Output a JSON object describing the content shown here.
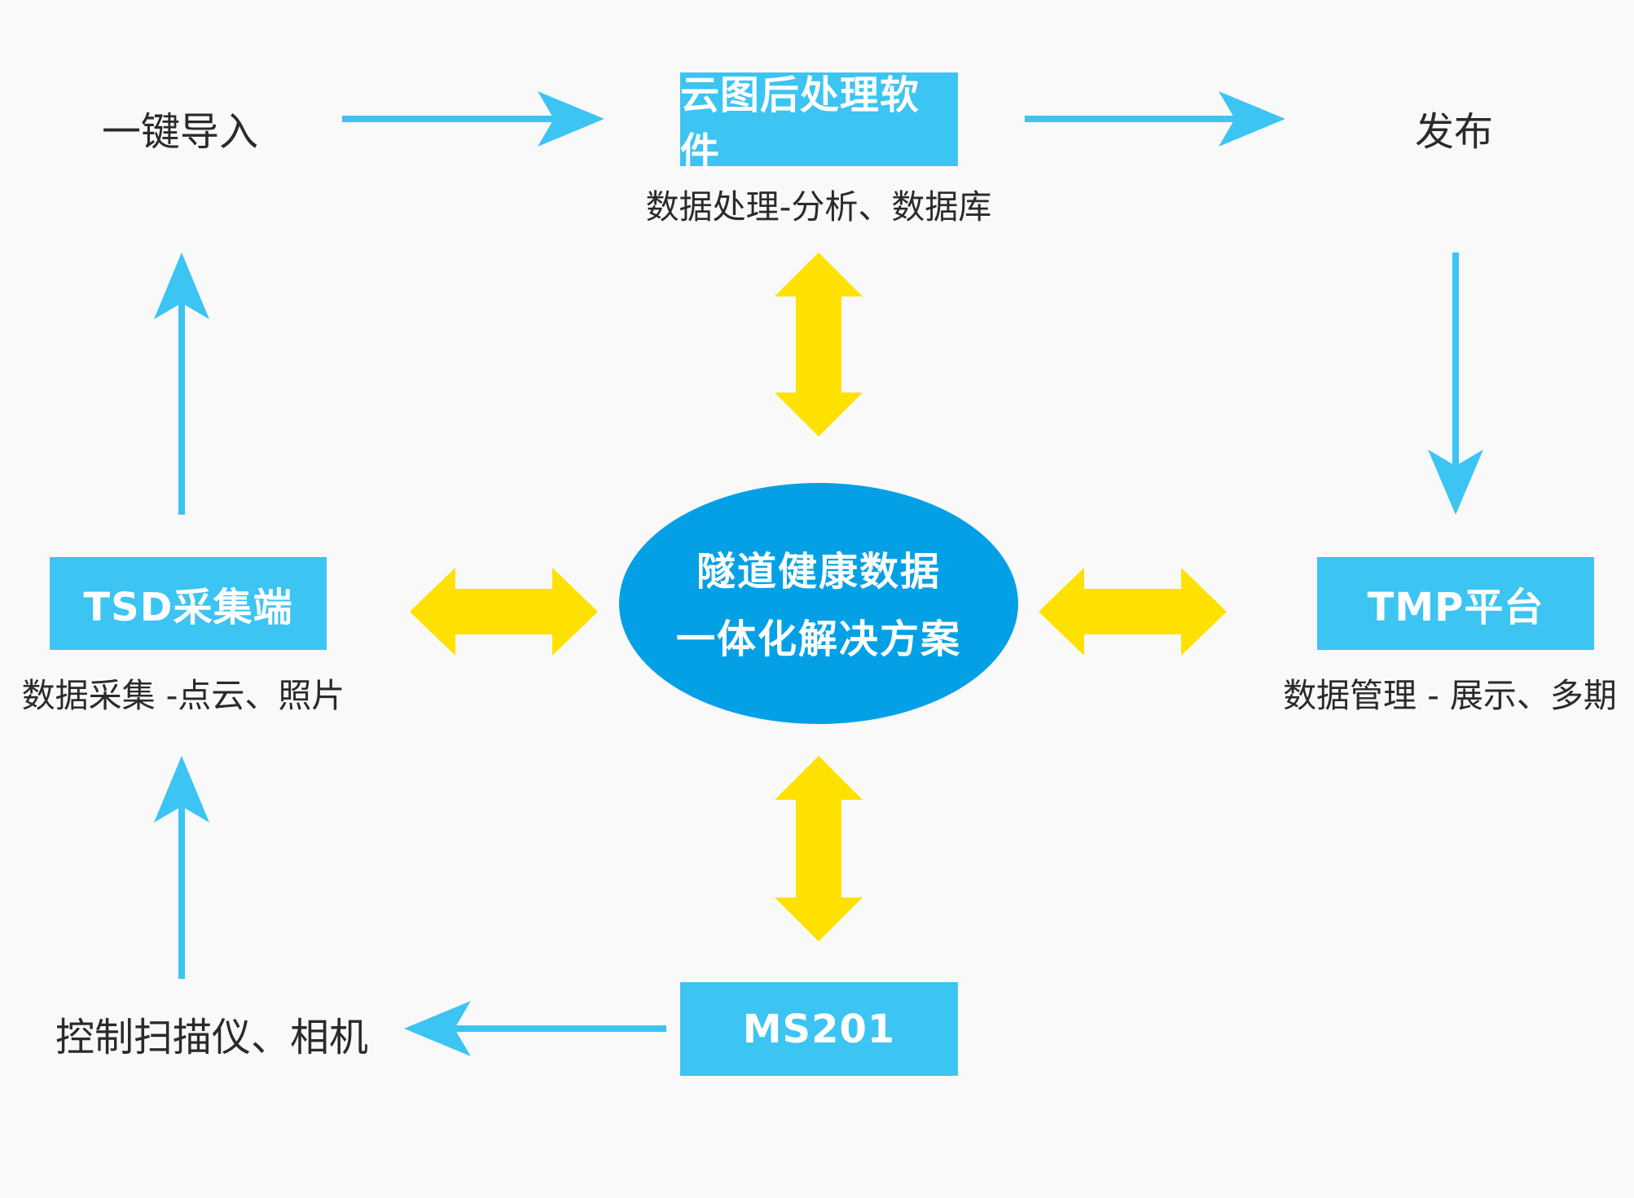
{
  "colors": {
    "background": "#f9f9f9",
    "box_fill": "#3cc4f3",
    "ellipse_fill": "#04a0e6",
    "flow_arrow": "#3cc4f3",
    "link_arrow": "#ffe100",
    "text": "#2a2a2a"
  },
  "nodes": {
    "import_label": "一键导入",
    "cloud_software": "云图后处理软件",
    "cloud_software_desc": "数据处理-分析、数据库",
    "publish_label": "发布",
    "tsd": "TSD采集端",
    "tsd_desc": "数据采集 -点云、照片",
    "center_line1": "隧道健康数据",
    "center_line2": "一体化解决方案",
    "tmp": "TMP平台",
    "tmp_desc": "数据管理 - 展示、多期",
    "control_label": "控制扫描仪、相机",
    "ms201": "MS201"
  }
}
